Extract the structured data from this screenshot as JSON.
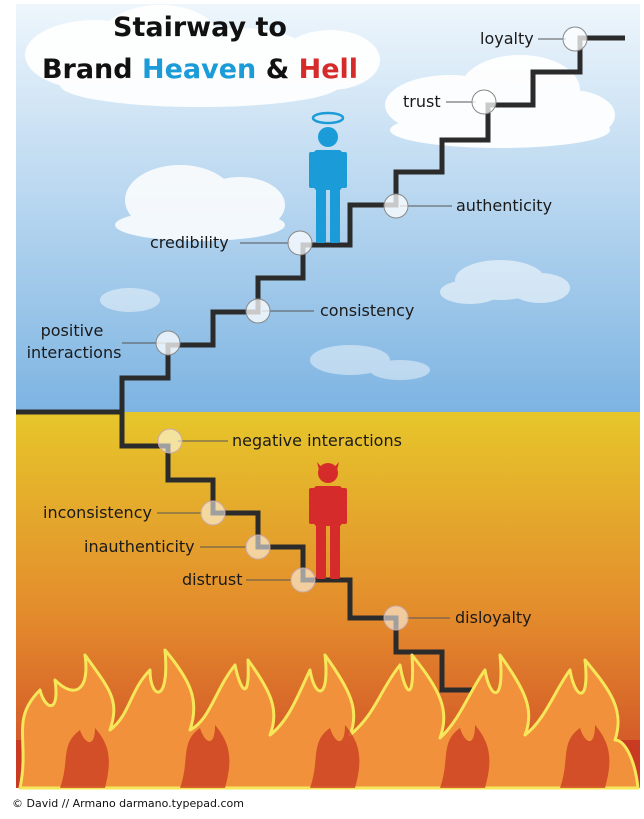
{
  "title": {
    "line1": "Stairway to",
    "line2_prefix": "Brand",
    "heaven": "Heaven",
    "amp": "&",
    "hell": "Hell"
  },
  "colors": {
    "heaven": "#1b9bd7",
    "hell": "#d62b2b",
    "sky_top": "#e8f3fb",
    "sky_bottom": "#7fb6e3",
    "ground_top": "#e2c12a",
    "ground_bottom": "#d2532a",
    "stair": "#2b2b2b",
    "flame_fill": "#f2913b",
    "flame_outline": "#f6e75a",
    "flame_dark": "#c83a22"
  },
  "heaven_steps": [
    {
      "label": "positive",
      "label2": "interactions"
    },
    {
      "label": "consistency"
    },
    {
      "label": "credibility"
    },
    {
      "label": "authenticity"
    },
    {
      "label": "trust"
    },
    {
      "label": "loyalty"
    }
  ],
  "hell_steps": [
    {
      "label": "negative interactions"
    },
    {
      "label": "inconsistency"
    },
    {
      "label": "inauthenticity"
    },
    {
      "label": "distrust"
    },
    {
      "label": "disloyalty"
    }
  ],
  "figures": {
    "angel_icon": "angel-figure-icon",
    "devil_icon": "devil-figure-icon"
  },
  "credit": "© David // Armano  darmano.typepad.com"
}
